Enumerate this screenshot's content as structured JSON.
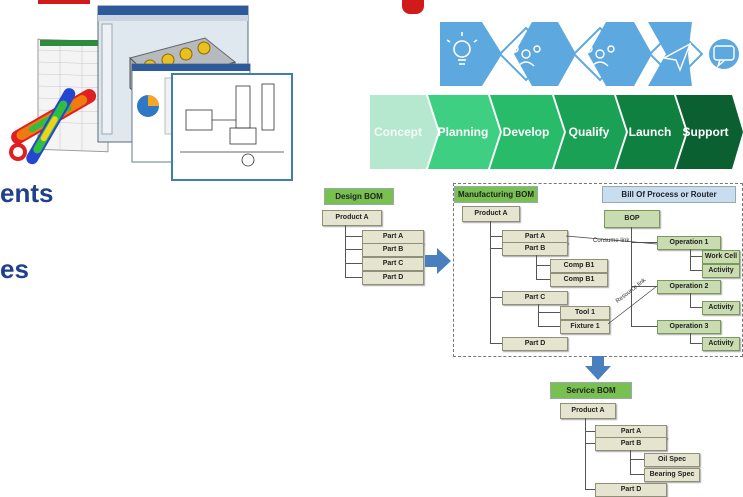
{
  "left_text": {
    "line1": "ents",
    "line2": "es"
  },
  "icons": [
    "lightbulb-icon",
    "team-icon",
    "team-icon",
    "paper-plane-icon",
    "chat-bubble-icon"
  ],
  "phases": [
    "Concept",
    "Planning",
    "Develop",
    "Qualify",
    "Launch",
    "Support"
  ],
  "phase_colors": [
    "#b6e8cf",
    "#3fcf83",
    "#27bb6a",
    "#1aa155",
    "#108040",
    "#0b6032"
  ],
  "design_bom": {
    "title": "Design BOM",
    "product": "Product A",
    "parts": [
      "Part A",
      "Part B",
      "Part C",
      "Part D"
    ]
  },
  "manufacturing_bom": {
    "title": "Manufacturing BOM",
    "product": "Product A",
    "part_a": "Part A",
    "part_b": "Part B",
    "comp_b1_first": "Comp B1",
    "comp_b1_second": "Comp B1",
    "part_c": "Part C",
    "tool": "Tool 1",
    "fixture": "Fixture 1",
    "part_d": "Part D"
  },
  "bill_of_process": {
    "title": "Bill Of Process or Router",
    "bop": "BOP",
    "operation1": "Operation 1",
    "work_cell": "Work Cell",
    "activity1": "Activity",
    "operation2": "Operation 2",
    "activity2": "Activity",
    "operation3": "Operation 3",
    "activity3": "Activity",
    "consume_link": "Consume link",
    "resource_link": "Resource link"
  },
  "service_bom": {
    "title": "Service BOM",
    "product": "Product A",
    "part_a": "Part A",
    "part_b": "Part B",
    "oil_spec": "Oil Spec",
    "bearing_spec": "Bearing Spec",
    "part_d": "Part D"
  }
}
